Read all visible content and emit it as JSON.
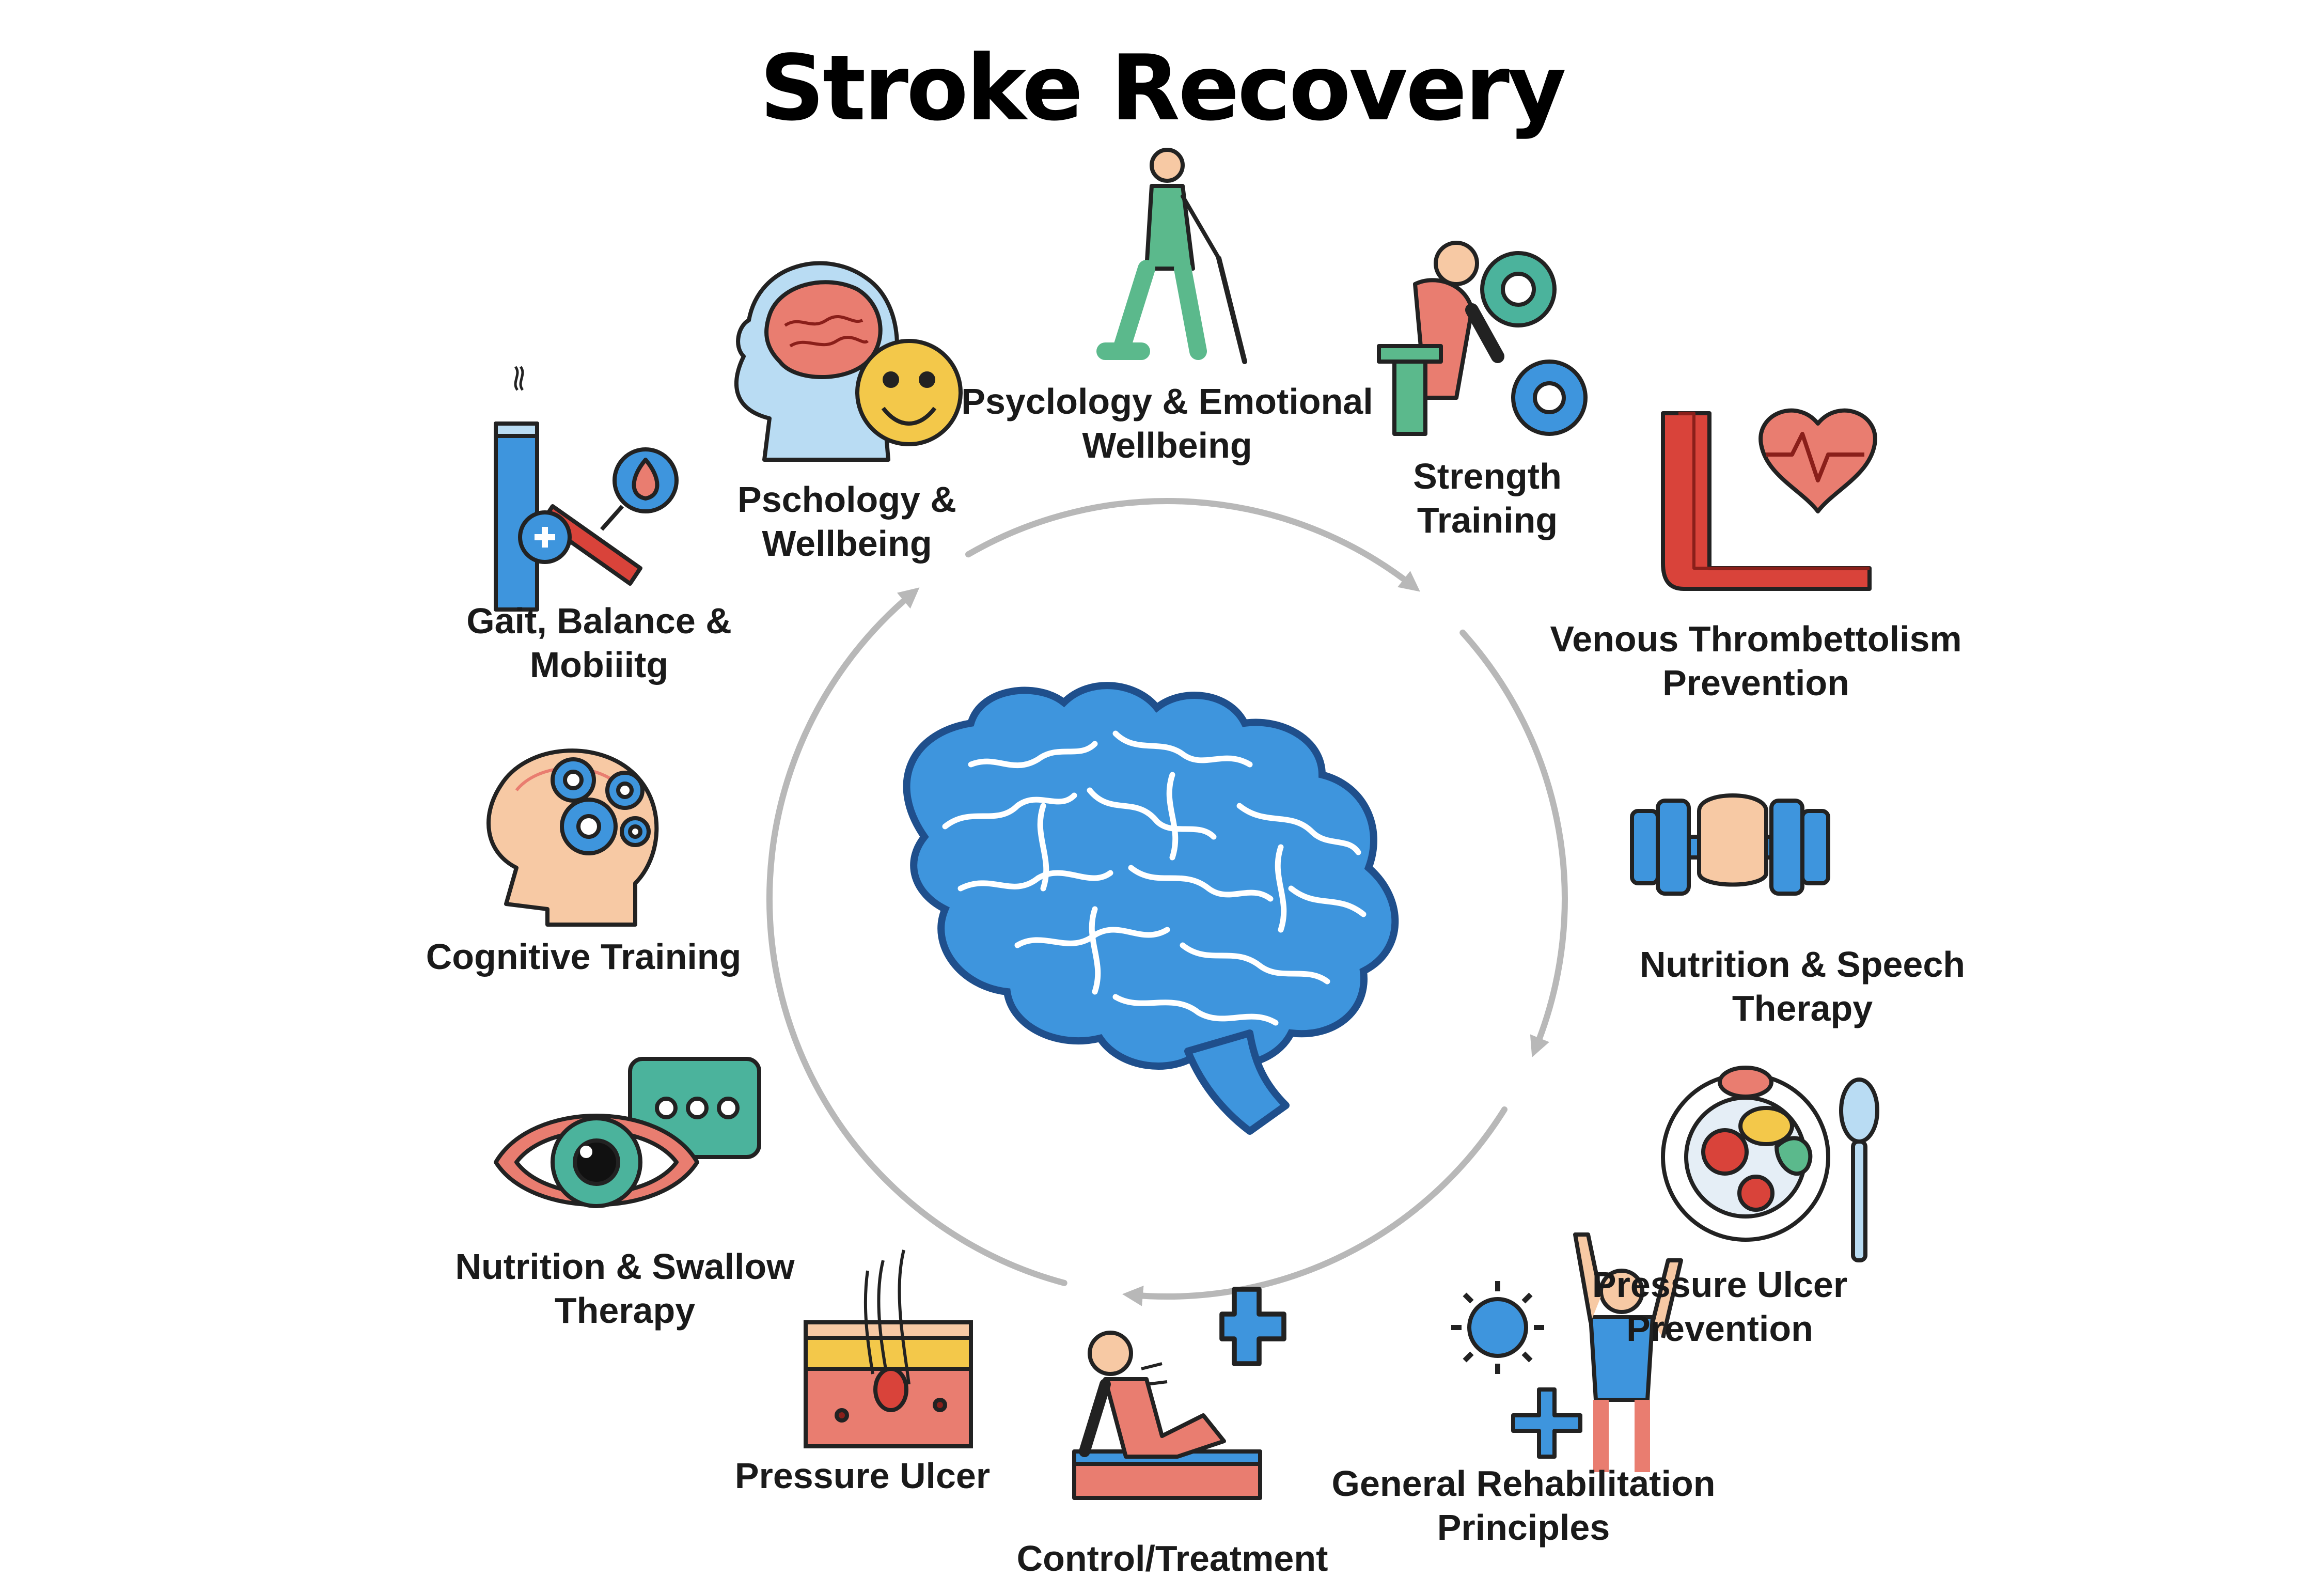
{
  "title": "Stroke Recovery",
  "colors": {
    "blue": "#3e95dd",
    "dark_blue": "#1f4f8c",
    "salmon": "#e97d70",
    "red": "#d9433a",
    "teal": "#4bb39c",
    "green": "#5bb98c",
    "yellow": "#f3c84a",
    "skin": "#f7c9a4",
    "light_blue": "#b9dcf3",
    "arrow": "#b8b8b8",
    "outline": "#222222"
  },
  "items": [
    {
      "id": "walking",
      "icon": "walking-person-cane-icon",
      "lines": [
        "Psyclology & Emotional",
        "Wellbeing"
      ]
    },
    {
      "id": "strength",
      "icon": "exercise-gears-icon",
      "lines": [
        "Strength",
        "Training"
      ]
    },
    {
      "id": "venous",
      "icon": "blood-vessel-heart-icon",
      "lines": [
        "Venous Thrombettolism",
        "Prevention"
      ]
    },
    {
      "id": "dumbbell",
      "icon": "dumbbell-hand-icon",
      "lines": [
        "Nutrition & Speech",
        "Therapy"
      ]
    },
    {
      "id": "plate",
      "icon": "plate-food-spoon-icon",
      "lines": [
        "Pressure Ulcer",
        "Prevention"
      ]
    },
    {
      "id": "rehab",
      "icon": "person-virus-cross-icon",
      "lines": [
        "General Rehabilitation",
        "Principles"
      ]
    },
    {
      "id": "control",
      "icon": "person-reclining-mat-icon",
      "lines": [
        "Control/Treatment"
      ]
    },
    {
      "id": "pressure",
      "icon": "skin-layers-icon",
      "lines": [
        "Pressure Ulcer"
      ]
    },
    {
      "id": "swallow",
      "icon": "eye-speech-bubble-icon",
      "lines": [
        "Nutrition & Swallow",
        "Therapy"
      ]
    },
    {
      "id": "cognitive",
      "icon": "head-gears-icon",
      "lines": [
        "Cognitive Training"
      ]
    },
    {
      "id": "gait",
      "icon": "bottle-syringe-icon",
      "lines": [
        "Gait, Balance &",
        "Mobiiitg"
      ]
    },
    {
      "id": "psychology",
      "icon": "brain-smiley-icon",
      "lines": [
        "Pschology &",
        "Wellbeing"
      ]
    }
  ],
  "center": {
    "icon": "brain-icon"
  }
}
